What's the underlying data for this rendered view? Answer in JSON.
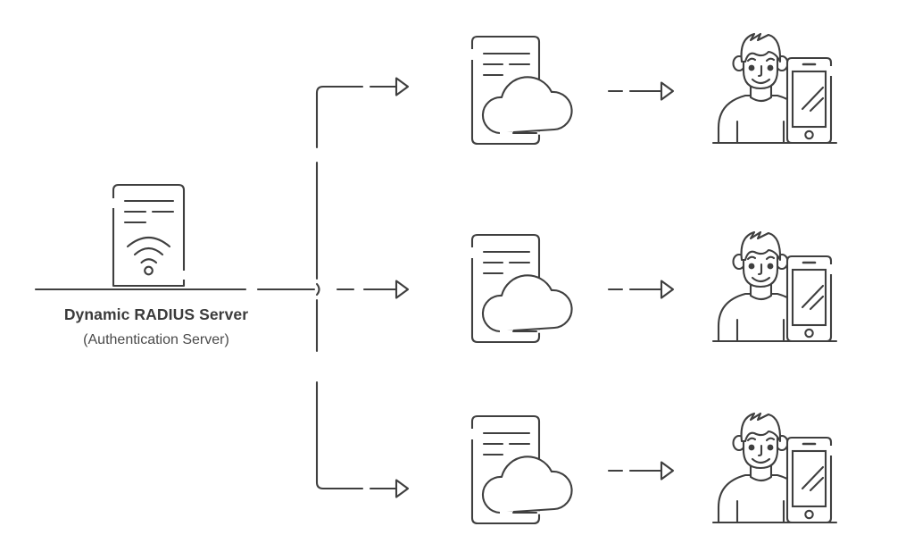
{
  "diagram": {
    "title_visible": false,
    "background_color": "#ffffff",
    "stroke_color": "#3f3f3f",
    "stroke_width": 2.1,
    "server": {
      "icon_name": "radius-server-wifi-icon",
      "label": "Dynamic RADIUS Server",
      "sublabel": "(Authentication Server)"
    },
    "branches": [
      {
        "id": "branch-top",
        "arrow_name": "arrow-to-cloud-top"
      },
      {
        "id": "branch-middle",
        "arrow_name": "arrow-to-cloud-middle"
      },
      {
        "id": "branch-bottom",
        "arrow_name": "arrow-to-cloud-bottom"
      }
    ],
    "rows": [
      {
        "id": "row-1",
        "cloud_icon_name": "document-cloud-icon",
        "arrow_icon_name": "dashed-arrow-icon",
        "user_icon_name": "user-with-smartphone-icon"
      },
      {
        "id": "row-2",
        "cloud_icon_name": "document-cloud-icon",
        "arrow_icon_name": "dashed-arrow-icon",
        "user_icon_name": "user-with-smartphone-icon"
      },
      {
        "id": "row-3",
        "cloud_icon_name": "document-cloud-icon",
        "arrow_icon_name": "dashed-arrow-icon",
        "user_icon_name": "user-with-smartphone-icon"
      }
    ]
  }
}
